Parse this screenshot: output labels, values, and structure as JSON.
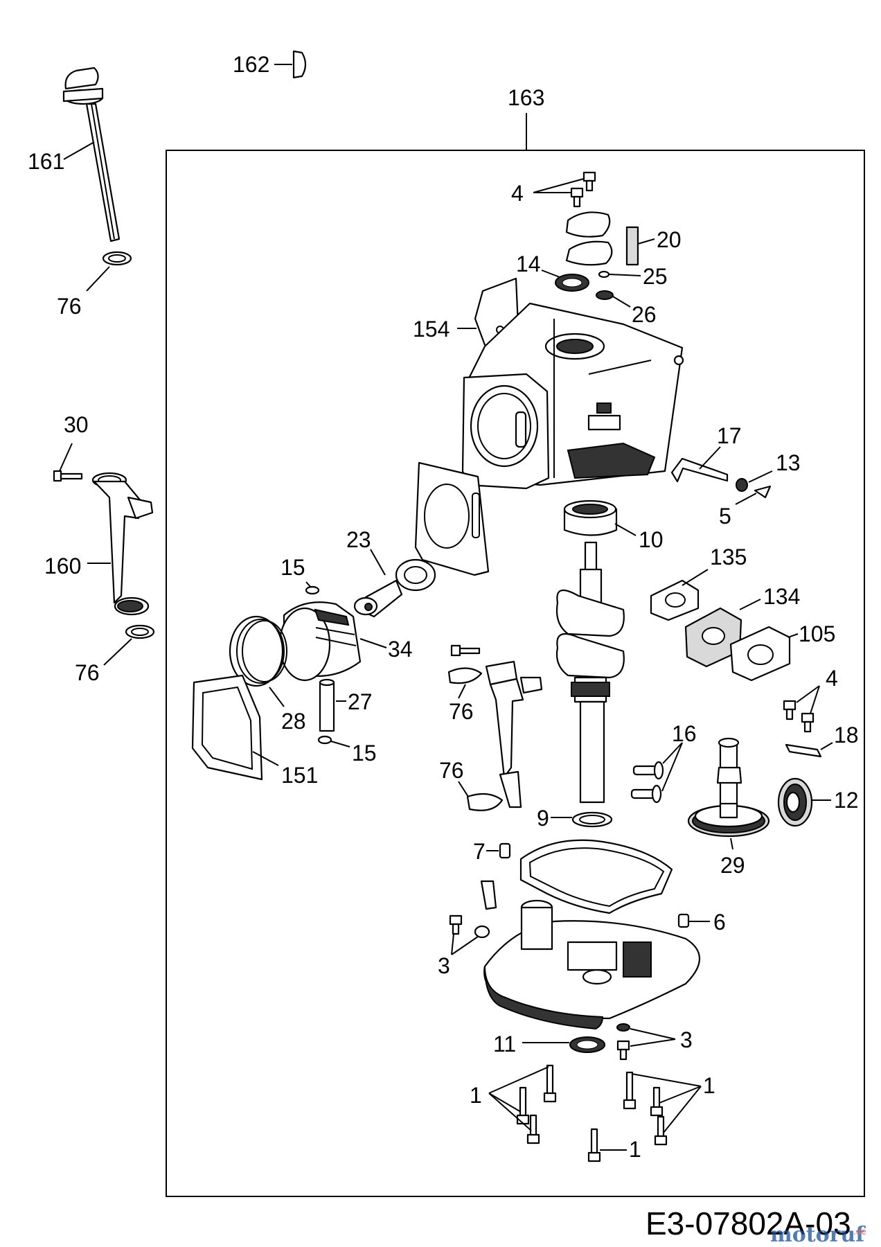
{
  "labels": {
    "p162": "162",
    "p163": "163",
    "p161": "161",
    "p76a": "76",
    "p4a": "4",
    "p20": "20",
    "p14": "14",
    "p25": "25",
    "p26": "26",
    "p154": "154",
    "p17": "17",
    "p13": "13",
    "p5": "5",
    "p30": "30",
    "p160": "160",
    "p76b": "76",
    "p10": "10",
    "p23": "23",
    "p15a": "15",
    "p135": "135",
    "p134": "134",
    "p105": "105",
    "p34": "34",
    "p27": "27",
    "p28": "28",
    "p15b": "15",
    "p151": "151",
    "p76c": "76",
    "p4b": "4",
    "p16": "16",
    "p18": "18",
    "p76d": "76",
    "p12": "12",
    "p9": "9",
    "p29": "29",
    "p7": "7",
    "p6": "6",
    "p3a": "3",
    "p11": "11",
    "p3b": "3",
    "p1a": "1",
    "p1b": "1",
    "p1c": "1"
  },
  "drawing_code": "E3-07802A-03",
  "watermark": {
    "text": "motoruf",
    "suffix": ".de",
    "color_primary": "#1a4fa0",
    "color_accent": "#e63a2e"
  }
}
